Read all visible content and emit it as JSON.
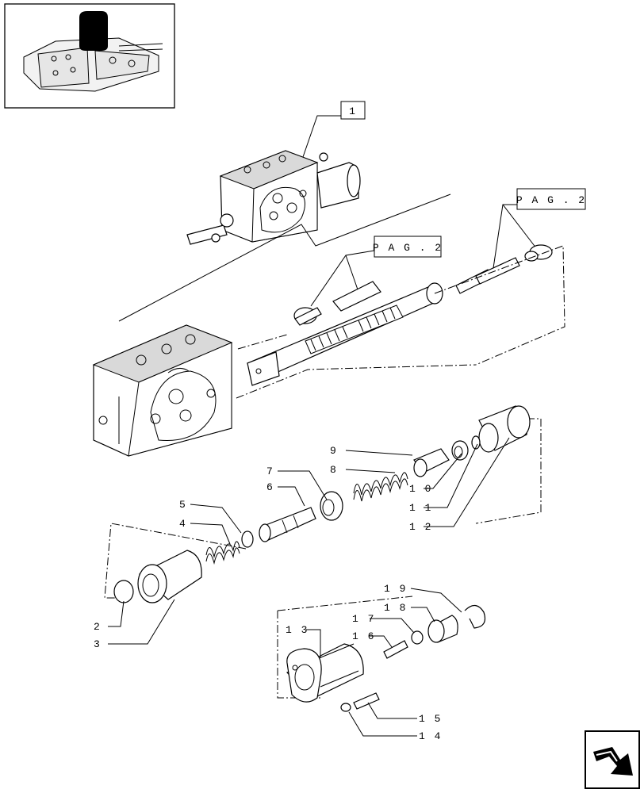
{
  "callouts": {
    "main_assembly": "1",
    "pag_ref_top": "P A G . 2",
    "pag_ref_mid": "P A G . 2",
    "p2": "2",
    "p3": "3",
    "p4": "4",
    "p5": "5",
    "p6": "6",
    "p7": "7",
    "p8": "8",
    "p9": "9",
    "p10": "1 0",
    "p11": "1 1",
    "p12": "1 2",
    "p13": "1 3",
    "p14": "1 4",
    "p15": "1 5",
    "p16": "1 6",
    "p17": "1 7",
    "p18": "1 8",
    "p19": "1 9"
  },
  "icons": {
    "thumbnail": "tractor-hydraulic-lift-thumbnail",
    "navigation": "next-page-arrow-icon"
  }
}
